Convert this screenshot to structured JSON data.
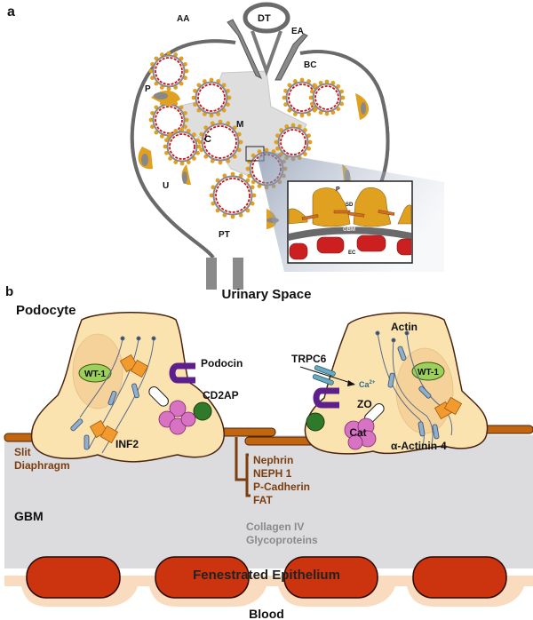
{
  "panel_a": {
    "panel_label": "a",
    "labels": {
      "dt": "DT",
      "aa": "AA",
      "ea": "EA",
      "bc": "BC",
      "p": "P",
      "m": "M",
      "c": "C",
      "u": "U",
      "pt": "PT"
    },
    "inset": {
      "p": "P",
      "sd": "SD",
      "gbm": "GBM",
      "ec": "EC"
    }
  },
  "panel_b": {
    "panel_label": "b",
    "urinary_space": "Urinary Space",
    "podocyte": "Podocyte",
    "wt1_left": "WT-1",
    "wt1_right": "WT-1",
    "podocin": "Podocin",
    "cd2ap": "CD2AP",
    "inf2": "INF2",
    "trpc6": "TRPC6",
    "ca": "Ca",
    "ca_sup": "2+",
    "actin": "Actin",
    "zo": "ZO",
    "cat": "Cat",
    "actinin": "α-Actinin-4",
    "slit_line1": "Slit",
    "slit_line2": "Diaphragm",
    "sd_proteins": [
      "Nephrin",
      "NEPH 1",
      "P-Cadherin",
      "FAT"
    ],
    "gbm": "GBM",
    "gbm_components": [
      "Collagen IV",
      "Glycoproteins"
    ],
    "fenestrated": "Fenestrated Epithelium",
    "blood": "Blood"
  },
  "colors": {
    "podocyte_fill": "#fbe3b0",
    "podocyte_stroke": "#4a2410",
    "slit_bar": "#c2650f",
    "sd_text": "#7a3e10",
    "gbm_fill": "#dcdcde",
    "endothelium": "#cc3410",
    "endo_base": "#f9dcc0",
    "orange_protein": "#f29a2e",
    "podocin": "#5c1f8c",
    "cd2ap": "#2f7a2a",
    "cat": "#d873c4",
    "wt1": "#9ccf5c",
    "actin_bar": "#8fb0cc",
    "trpc6": "#6aaac0",
    "gold": "#e0a020",
    "capillary_red": "#c8141e",
    "capsule_gray": "#6a6a6a"
  }
}
